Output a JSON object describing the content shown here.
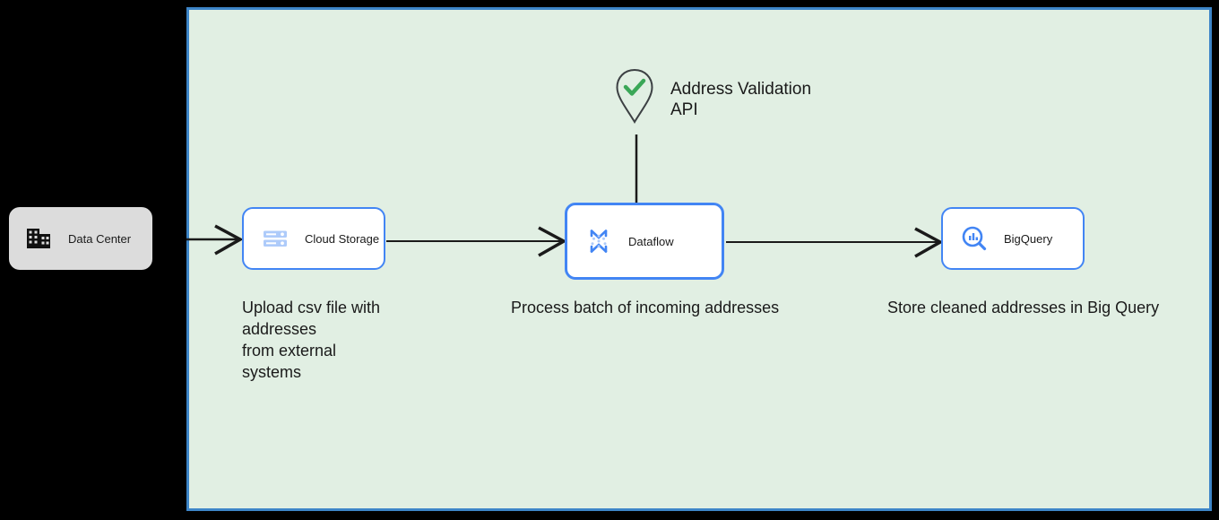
{
  "diagram": {
    "background_color": "#000000",
    "boundary": {
      "name": "cloud-boundary",
      "fill_color": "#e1efe3",
      "border_color": "#3d85c8"
    },
    "onprem": {
      "label": "Data Center",
      "icon": "data-center-building-icon",
      "fill_color": "#dcdcdc"
    },
    "services": [
      {
        "id": "cloud-storage",
        "label": "Cloud Storage",
        "icon": "cloud-storage-icon",
        "border_color": "#4285f4"
      },
      {
        "id": "dataflow",
        "label": "Dataflow",
        "icon": "dataflow-icon",
        "border_color": "#4285f4"
      },
      {
        "id": "bigquery",
        "label": "BigQuery",
        "icon": "bigquery-icon",
        "border_color": "#4285f4"
      }
    ],
    "external_api": {
      "icon": "map-pin-check-icon",
      "icon_accent_color": "#3aa757",
      "label_line1": "Address Validation",
      "label_line2": "API"
    },
    "captions": {
      "storage": {
        "line1": "Upload csv file with",
        "line2": "addresses",
        "line3": "from external",
        "line4": "systems"
      },
      "dataflow": "Process batch of incoming addresses",
      "bigquery": "Store cleaned addresses in Big Query"
    },
    "connectors": [
      {
        "id": "datacenter-to-storage",
        "from": "Data Center",
        "to": "Cloud Storage",
        "style": "arrow"
      },
      {
        "id": "storage-to-dataflow",
        "from": "Cloud Storage",
        "to": "Dataflow",
        "style": "arrow"
      },
      {
        "id": "dataflow-to-bigquery",
        "from": "Dataflow",
        "to": "BigQuery",
        "style": "arrow"
      },
      {
        "id": "api-to-dataflow",
        "from": "Address Validation API",
        "to": "Dataflow",
        "style": "line"
      }
    ]
  }
}
